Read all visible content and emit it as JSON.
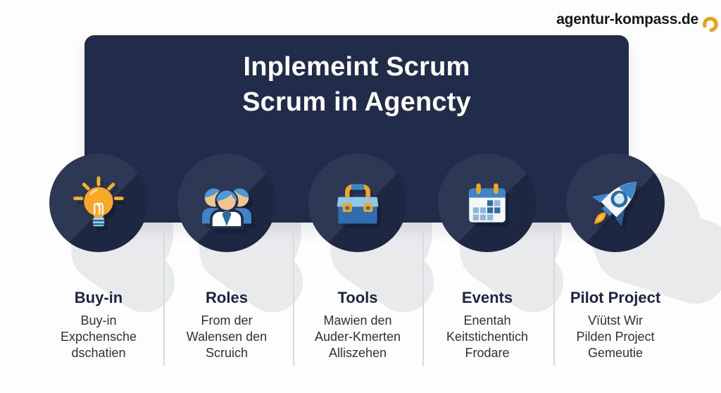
{
  "logo": {
    "text": "agentur-kompass.de",
    "icon": "swirl-icon",
    "accent_color": "#e9a11b"
  },
  "header": {
    "title_line1": "Inplemeint Scrum",
    "title_line2": "Scrum in Agencty"
  },
  "steps": [
    {
      "icon": "lightbulb-icon",
      "title": "Buy-in",
      "subtitle": "Buy-in\nExpchensche\ndschatien"
    },
    {
      "icon": "team-icon",
      "title": "Roles",
      "subtitle": "From der\nWalensen den\nScruich"
    },
    {
      "icon": "toolbox-icon",
      "title": "Tools",
      "subtitle": "Mawien den\nAuder-Kmerten\nAlliszehen"
    },
    {
      "icon": "calendar-icon",
      "title": "Events",
      "subtitle": "Enentah\nKeitstichentich\nFrodare"
    },
    {
      "icon": "rocket-icon",
      "title": "Pilot Project",
      "subtitle": "Vïütst Wir\nPilden Project\nGemeutie"
    }
  ],
  "colors": {
    "banner_navy": "#212c4b",
    "circle_navy": "#26324f",
    "accent_orange": "#f2a71f",
    "accent_blue": "#3e84c8",
    "dark_blue": "#2e6da4",
    "light_blue": "#8ec6ec",
    "title_text": "#ffffff",
    "step_title_text": "#1b2444",
    "step_subtitle_text": "#2d3140",
    "shadow_gray": "#e9eaec"
  }
}
